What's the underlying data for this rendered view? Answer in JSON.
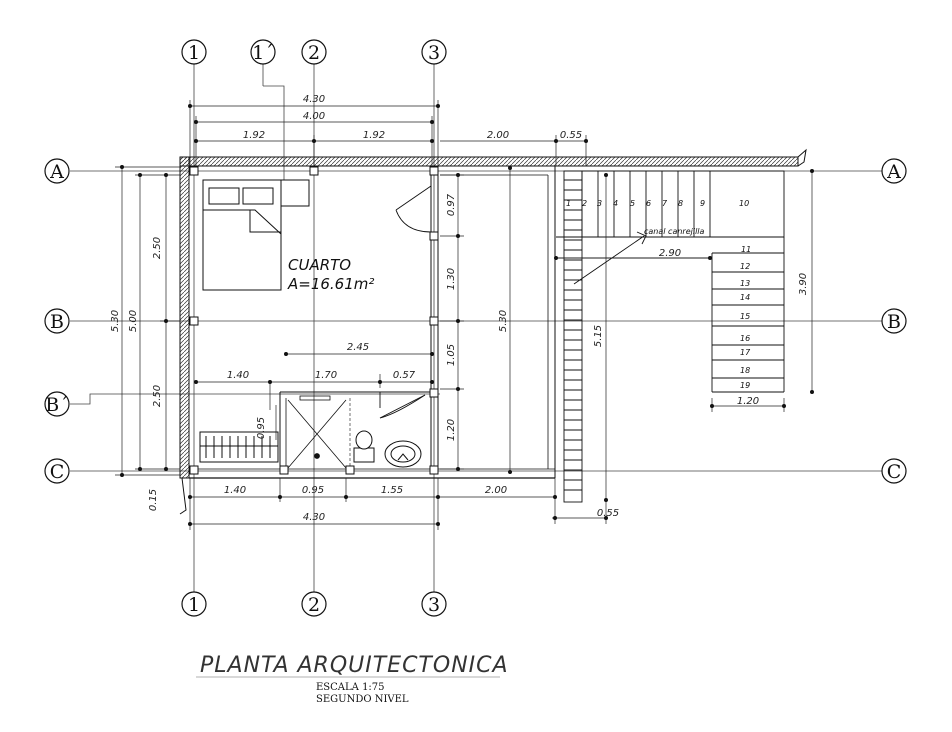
{
  "grid": {
    "top_columns": [
      "1",
      "1´",
      "2",
      "3"
    ],
    "bottom_columns": [
      "1",
      "2",
      "3"
    ],
    "rows_left": [
      "A",
      "B",
      "B´",
      "C"
    ],
    "rows_right": [
      "A",
      "B",
      "C"
    ]
  },
  "dimensions": {
    "top": [
      "4.30",
      "4.00",
      "1.92",
      "1.92",
      "2.00",
      "0.55"
    ],
    "bottom": [
      "1.40",
      "0.95",
      "1.55",
      "2.00",
      "4.30",
      "0.55",
      "0.15"
    ],
    "left": [
      "5.30",
      "5.00",
      "2.50",
      "2.50"
    ],
    "inner": [
      "0.97",
      "1.30",
      "1.05",
      "1.20",
      "2.45",
      "1.40",
      "1.70",
      "0.57",
      "0.95",
      "5.30",
      "5.15"
    ],
    "stair": [
      "2.90",
      "3.90",
      "1.20"
    ]
  },
  "room": {
    "name": "CUARTO",
    "area": "A=16.61m²"
  },
  "stairs": {
    "steps": [
      "1",
      "2",
      "3",
      "4",
      "5",
      "6",
      "7",
      "8",
      "9",
      "10",
      "11",
      "12",
      "13",
      "14",
      "15",
      "16",
      "17",
      "18",
      "19"
    ],
    "note": "canal canrejilla"
  },
  "title": {
    "main": "PLANTA ARQUITECTONICA",
    "scale": "ESCALA 1:75",
    "level": "SEGUNDO   NIVEL"
  }
}
